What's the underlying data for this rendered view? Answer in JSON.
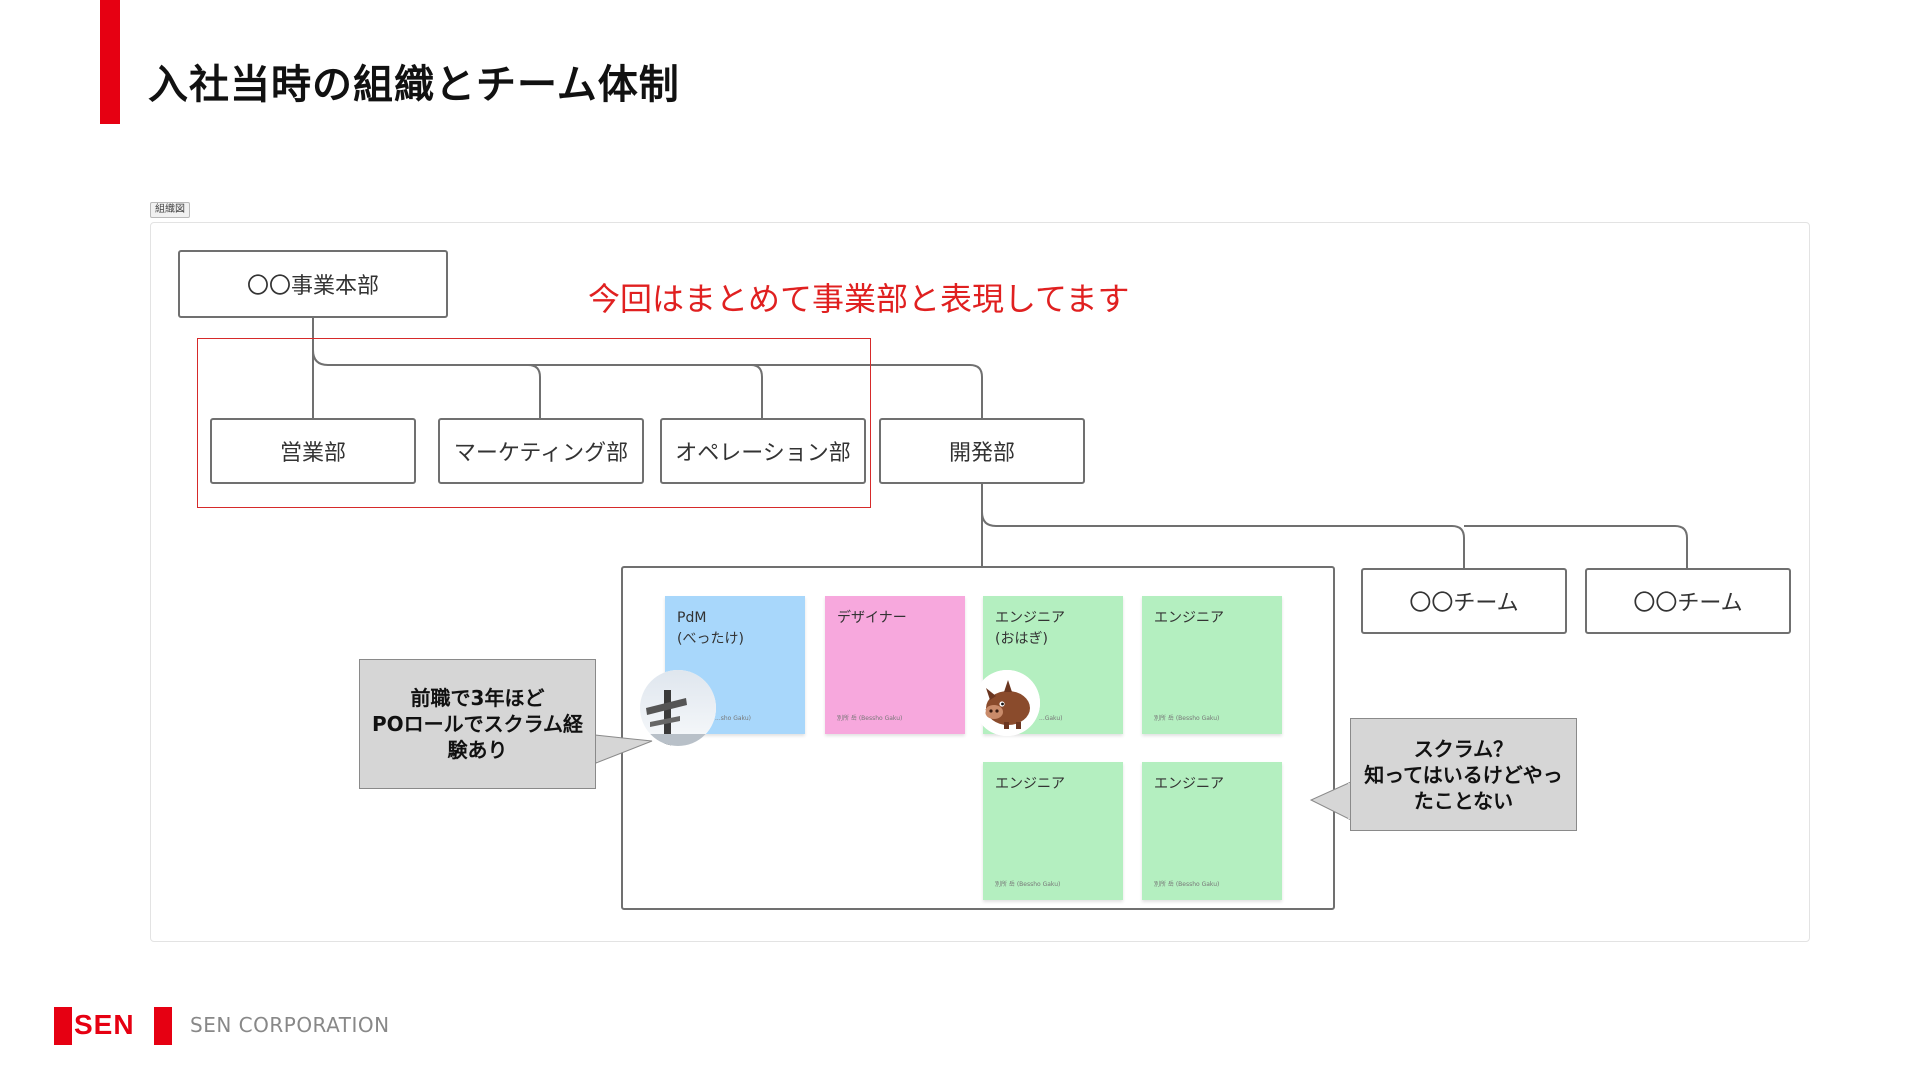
{
  "slide": {
    "title": "入社当時の組織とチーム体制",
    "accent_color": "#e60012"
  },
  "diagram": {
    "frame_label": "組織図",
    "root": "〇〇事業本部",
    "note": "今回はまとめて事業部と表現してます",
    "departments": {
      "sales": "営業部",
      "marketing": "マーケティング部",
      "operations": "オペレーション部",
      "development": "開発部"
    },
    "teams": {
      "team_a": "〇〇チーム",
      "team_b": "〇〇チーム"
    },
    "members": [
      {
        "role": "PdM\n(べったけ)",
        "name": "...sho Gaku)",
        "color": "#a8d7fb"
      },
      {
        "role": "デザイナー",
        "name": "別所 岳 (Bessho Gaku)",
        "color": "#f7a8dd"
      },
      {
        "role": "エンジニア\n(おはぎ)",
        "name": "...Gaku)",
        "color": "#b4efc0"
      },
      {
        "role": "エンジニア",
        "name": "別所 岳 (Bessho Gaku)",
        "color": "#b4efc0"
      },
      {
        "role": "エンジニア",
        "name": "別所 岳 (Bessho Gaku)",
        "color": "#b4efc0"
      },
      {
        "role": "エンジニア",
        "name": "別所 岳 (Bessho Gaku)",
        "color": "#b4efc0"
      }
    ],
    "callouts": {
      "left": "前職で3年ほど\nPOロールでスクラム経\n験あり",
      "right": "スクラム？\n知ってはいるけどやっ\nたことない"
    }
  },
  "footer": {
    "logo_text": "SEN",
    "company": "SEN CORPORATION"
  }
}
